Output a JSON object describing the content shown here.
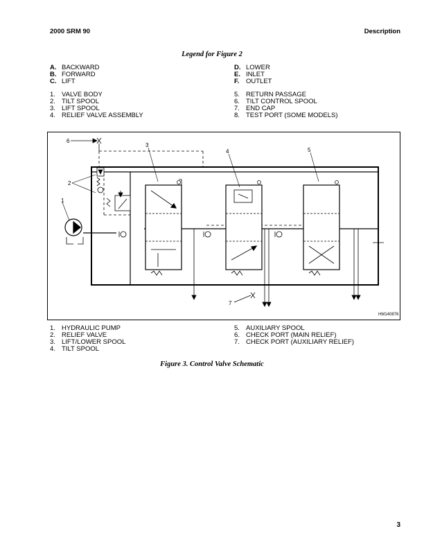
{
  "header": {
    "left": "2000 SRM 90",
    "right": "Description"
  },
  "legend": {
    "title": "Legend for Figure 2",
    "letters_left": [
      {
        "key": "A.",
        "text": "BACKWARD"
      },
      {
        "key": "B.",
        "text": "FORWARD"
      },
      {
        "key": "C.",
        "text": "LIFT"
      }
    ],
    "letters_right": [
      {
        "key": "D.",
        "text": "LOWER"
      },
      {
        "key": "E.",
        "text": "INLET"
      },
      {
        "key": "F.",
        "text": "OUTLET"
      }
    ],
    "numbers_left": [
      {
        "key": "1.",
        "text": "VALVE BODY"
      },
      {
        "key": "2.",
        "text": "TILT SPOOL"
      },
      {
        "key": "3.",
        "text": "LIFT SPOOL"
      },
      {
        "key": "4.",
        "text": "RELIEF VALVE ASSEMBLY"
      }
    ],
    "numbers_right": [
      {
        "key": "5.",
        "text": "RETURN PASSAGE"
      },
      {
        "key": "6.",
        "text": "TILT CONTROL SPOOL"
      },
      {
        "key": "7.",
        "text": "END CAP"
      },
      {
        "key": "8.",
        "text": "TEST PORT (SOME MODELS)"
      }
    ]
  },
  "figure": {
    "callouts": [
      "1",
      "2",
      "3",
      "4",
      "5",
      "6",
      "7"
    ],
    "code": "HM140876",
    "parts_left": [
      {
        "key": "1.",
        "text": "HYDRAULIC PUMP"
      },
      {
        "key": "2.",
        "text": "RELIEF VALVE"
      },
      {
        "key": "3.",
        "text": "LIFT/LOWER SPOOL"
      },
      {
        "key": "4.",
        "text": "TILT SPOOL"
      }
    ],
    "parts_right": [
      {
        "key": "5.",
        "text": "AUXILIARY SPOOL"
      },
      {
        "key": "6.",
        "text": "CHECK PORT (MAIN RELIEF)"
      },
      {
        "key": "7.",
        "text": "CHECK PORT (AUXILIARY RELIEF)"
      }
    ],
    "caption": "Figure 3.  Control Valve Schematic"
  },
  "page_number": "3"
}
